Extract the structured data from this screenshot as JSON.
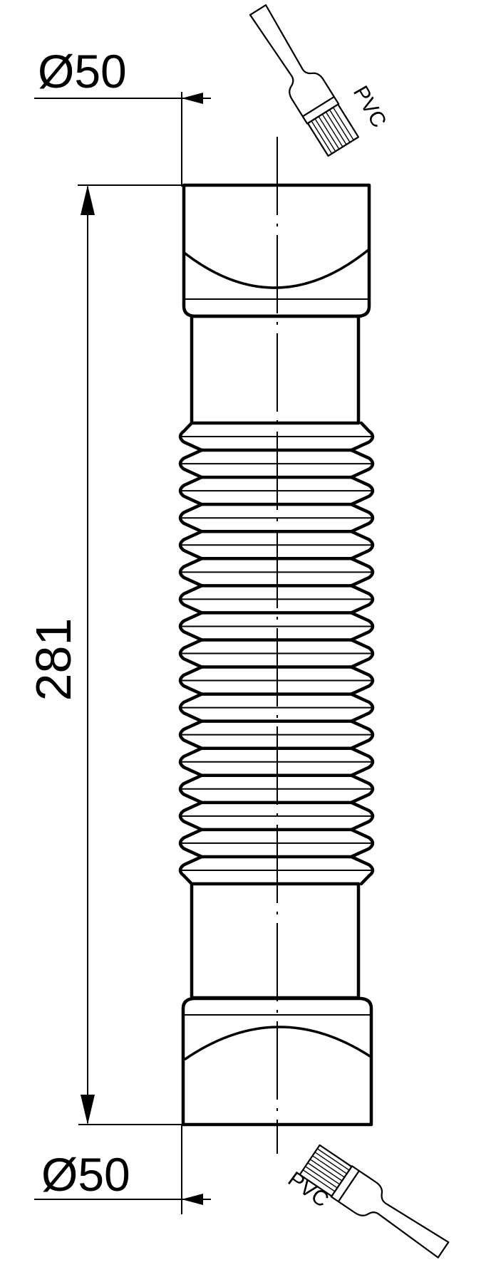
{
  "drawing": {
    "diameter_top": {
      "label": "Ø50"
    },
    "diameter_bottom": {
      "label": "Ø50"
    },
    "length": {
      "label": "281"
    },
    "brush_top": {
      "label": "PVC"
    },
    "brush_bottom": {
      "label": "PVC"
    },
    "corrugation_rib_count": 17,
    "line_color": "#000000",
    "background_color": "#ffffff"
  }
}
